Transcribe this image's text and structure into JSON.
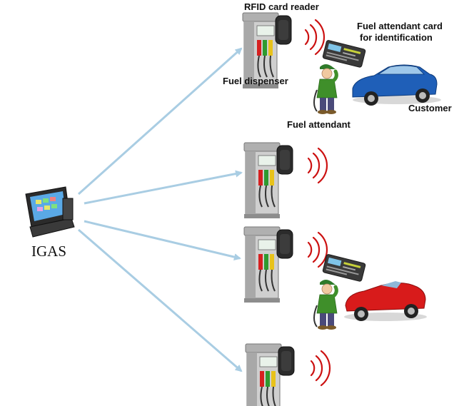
{
  "labels": {
    "rfid_reader": "RFID card reader",
    "attendant_card_line1": "Fuel attendant card",
    "attendant_card_line2": "for identification",
    "fuel_dispenser": "Fuel dispenser",
    "customer": "Customer",
    "fuel_attendant": "Fuel attendant",
    "igas": "IGAS"
  },
  "colors": {
    "arrow": "#a9cde3",
    "signal": "#cc1111",
    "blue_car": "#1f5fb8",
    "red_car": "#d81b1b",
    "attendant_shirt": "#3f8f2a",
    "attendant_pants": "#4a4a7a",
    "nozzle_red": "#d62020",
    "nozzle_green": "#2f9a2f",
    "nozzle_yellow": "#e8c21a",
    "dispenser_body": "#c9c9c9"
  }
}
